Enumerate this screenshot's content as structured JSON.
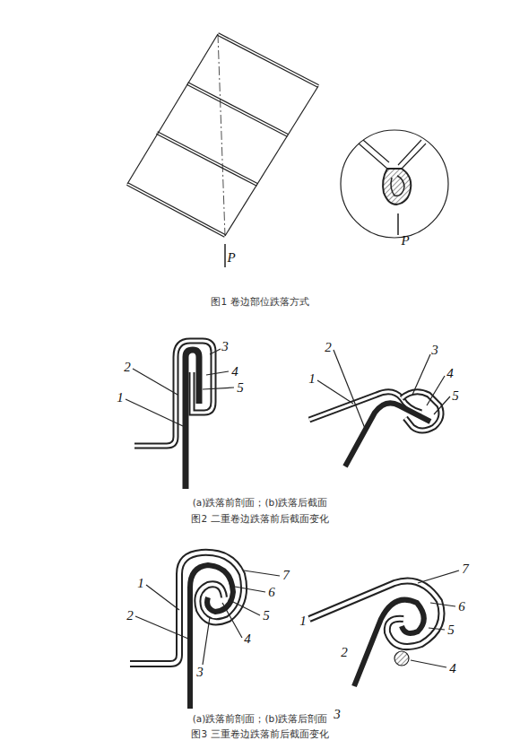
{
  "diagram": {
    "labels": [
      "P",
      "P",
      "图1 卷边部位跌落方式",
      "1",
      "2",
      "3",
      "4",
      "5",
      "1",
      "2",
      "3",
      "4",
      "5",
      "(a)跌落前剖面；(b)跌落后截面",
      "图2 二重卷边跌落前后截面变化",
      "1",
      "2",
      "3",
      "4",
      "5",
      "6",
      "7",
      "1",
      "2",
      "3",
      "4",
      "5",
      "6",
      "7",
      "(a)跌落前剖面；(b)跌落后剖面",
      "图3 三重卷边跌落前后截面变化"
    ]
  }
}
